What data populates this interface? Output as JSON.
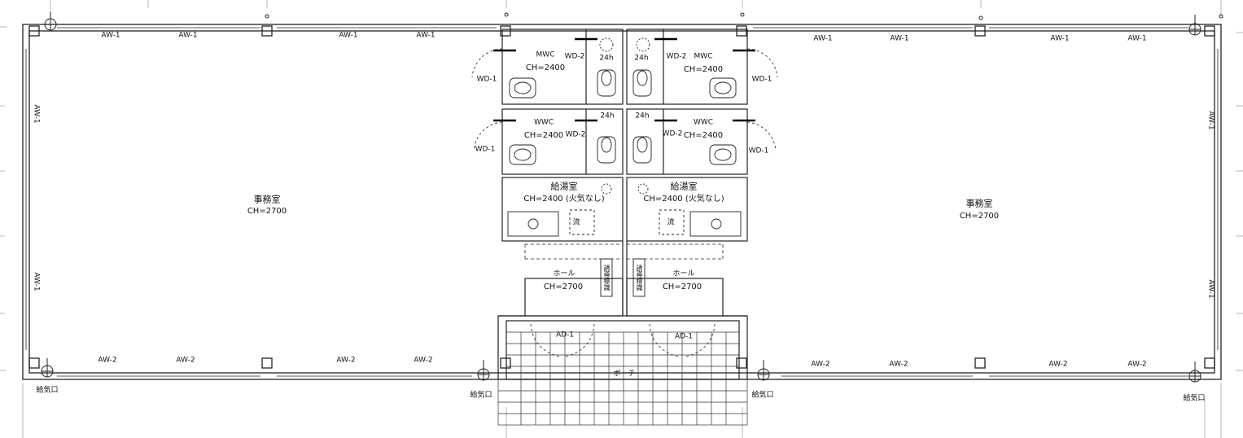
{
  "rooms": {
    "office_left": {
      "name": "事務室",
      "ch": "CH=2700"
    },
    "office_right": {
      "name": "事務室",
      "ch": "CH=2700"
    },
    "mwc_left": {
      "name": "MWC",
      "ch": "CH=2400"
    },
    "mwc_right": {
      "name": "MWC",
      "ch": "CH=2400"
    },
    "wwc_left": {
      "name": "WWC",
      "ch": "CH=2400"
    },
    "wwc_right": {
      "name": "WWC",
      "ch": "CH=2400"
    },
    "kitchen_left": {
      "name": "給湯室",
      "ch": "CH=2400 (火気なし)"
    },
    "kitchen_right": {
      "name": "給湯室",
      "ch": "CH=2400 (火気なし)"
    },
    "hall_left": {
      "name": "ホール",
      "ch": "CH=2700"
    },
    "hall_right": {
      "name": "ホール",
      "ch": "CH=2700"
    },
    "porch": {
      "name": "ポーチ"
    }
  },
  "labels": {
    "aw1": "AW-1",
    "aw2": "AW-2",
    "wd1": "WD-1",
    "wd2": "WD-2",
    "ad1": "AD-1",
    "h24": "24h",
    "air_inlet": "給気口",
    "guide_light": "誘導標識",
    "sink_mark": "流"
  }
}
